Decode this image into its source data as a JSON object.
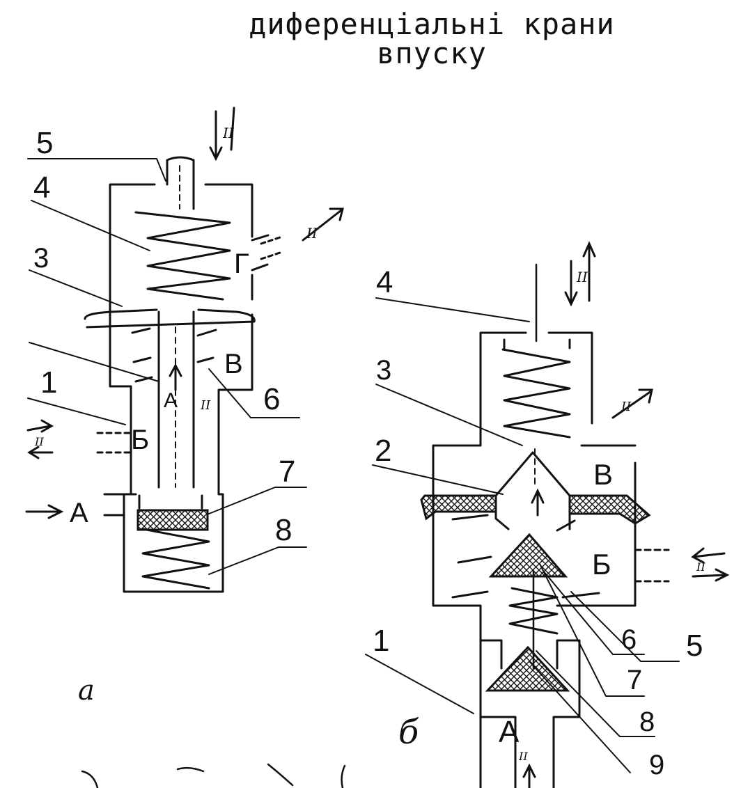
{
  "title": {
    "line1": "диференціальні крани",
    "line2": "впуску"
  },
  "diagram_a": {
    "sublabel": "а",
    "callouts": [
      "5",
      "4",
      "3",
      "1",
      "6",
      "7",
      "8"
    ],
    "chambers": {
      "A": "А",
      "B": "Б",
      "V": "В",
      "G": "Г",
      "A_inner": "А"
    },
    "flow_arrows": [
      "ІІ",
      "ІІ",
      "ІІ",
      "ІІ"
    ]
  },
  "diagram_b": {
    "sublabel": "б",
    "callouts": [
      "4",
      "3",
      "2",
      "1",
      "5",
      "6",
      "7",
      "8",
      "9"
    ],
    "chambers": {
      "A": "А",
      "B": "Б",
      "V": "В"
    },
    "flow_arrows": [
      "ІІ",
      "ІІ",
      "ІІ",
      "ІІ"
    ]
  },
  "colors": {
    "ink": "#111111",
    "background": "#ffffff"
  }
}
